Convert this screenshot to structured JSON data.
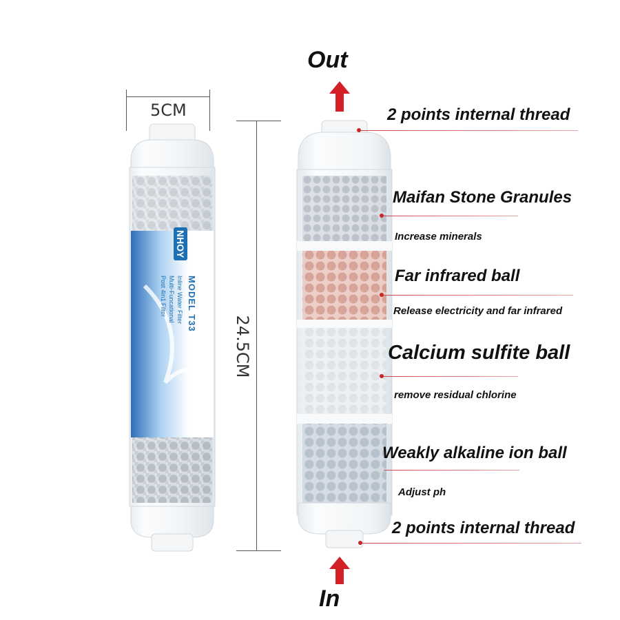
{
  "dimensions": {
    "width_label": "5CM",
    "height_label": "24.5CM"
  },
  "product_label": {
    "brand": "NHOY",
    "model": "MODEL T33",
    "line1": "Inline Water Filter",
    "line2": "Multi-Funcational",
    "line3": "Post 4in1 Filter"
  },
  "flow": {
    "out_label": "Out",
    "in_label": "In",
    "arrow_color": "#d32027"
  },
  "layers": [
    {
      "title": "2 points internal thread",
      "subtitle": ""
    },
    {
      "title": "Maifan Stone Granules",
      "subtitle": "Increase minerals"
    },
    {
      "title": "Far infrared ball",
      "subtitle": "Release electricity and far infrared"
    },
    {
      "title": "Calcium sulfite ball",
      "subtitle": "remove residual chlorine"
    },
    {
      "title": "Weakly alkaline ion ball",
      "subtitle": "Adjust ph"
    },
    {
      "title": "2 points internal thread",
      "subtitle": ""
    }
  ],
  "colors": {
    "leader": "#c8474c",
    "dot": "#c62828",
    "label_blue": "#1f6fb5"
  }
}
